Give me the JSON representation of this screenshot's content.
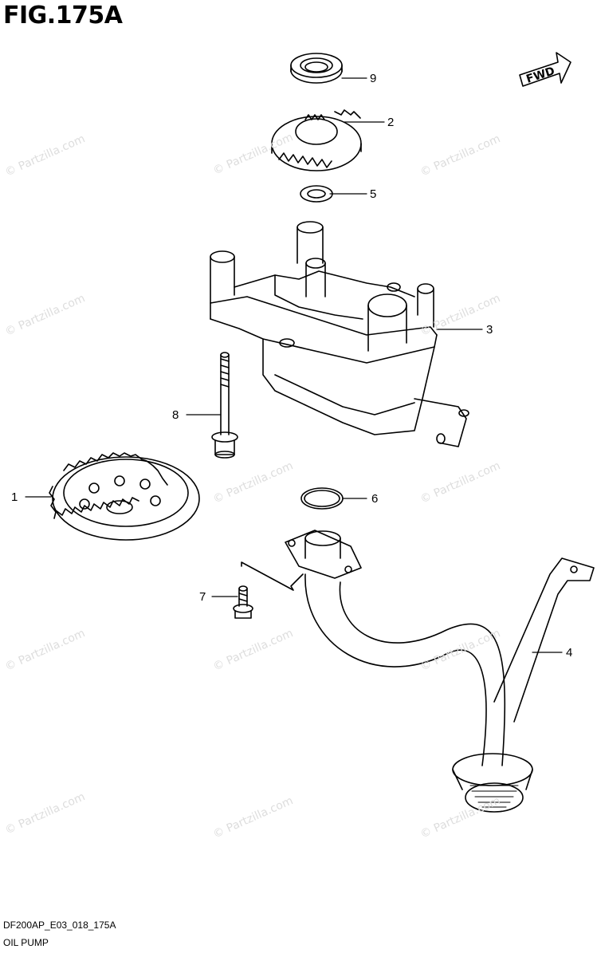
{
  "figure": {
    "title": "FIG.175A",
    "code": "DF200AP_E03_018_175A",
    "name": "OIL PUMP",
    "direction_badge": "FWD"
  },
  "callouts": [
    {
      "number": "9"
    },
    {
      "number": "2"
    },
    {
      "number": "5"
    },
    {
      "number": "3"
    },
    {
      "number": "8"
    },
    {
      "number": "1"
    },
    {
      "number": "6"
    },
    {
      "number": "7"
    },
    {
      "number": "4"
    }
  ],
  "watermark": "© Partzilla.com"
}
